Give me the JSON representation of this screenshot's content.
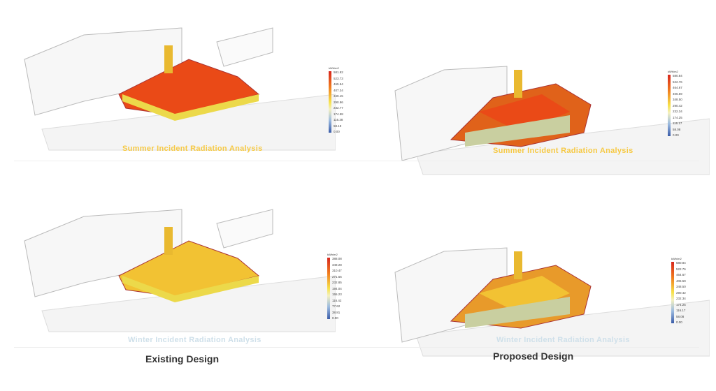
{
  "panels": [
    {
      "title": "Summer Incident Radiation Analysis",
      "title_color": "#f6c944",
      "legend": {
        "unit": "kWh/m2",
        "values": [
          "581.92",
          "523.73",
          "465.54",
          "407.34",
          "349.15",
          "290.96",
          "232.77",
          "174.58",
          "116.38",
          "58.19",
          "0.00"
        ]
      }
    },
    {
      "title": "Summer Incident Radiation Analysis",
      "title_color": "#f6c944",
      "legend": {
        "unit": "kWh/m2",
        "values": [
          "580.84",
          "522.76",
          "464.67",
          "406.59",
          "348.50",
          "290.42",
          "232.34",
          "174.25",
          "116.17",
          "58.08",
          "0.00"
        ]
      }
    },
    {
      "title": "Winter Incident Radiation Analysis",
      "title_color": "#cfe0ea",
      "legend": {
        "unit": "kWh/m2",
        "values": [
          "388.08",
          "349.28",
          "310.47",
          "271.66",
          "232.85",
          "194.04",
          "155.23",
          "116.42",
          "77.62",
          "38.81",
          "0.00"
        ]
      }
    },
    {
      "title": "Winter Incident Radiation Analysis",
      "title_color": "#cfe0ea",
      "legend": {
        "unit": "kWh/m2",
        "values": [
          "580.84",
          "522.76",
          "464.67",
          "406.59",
          "348.50",
          "290.42",
          "232.34",
          "174.25",
          "116.17",
          "58.08",
          "0.00"
        ]
      }
    }
  ],
  "labels": {
    "existing": "Existing Design",
    "proposed": "Proposed Design"
  }
}
